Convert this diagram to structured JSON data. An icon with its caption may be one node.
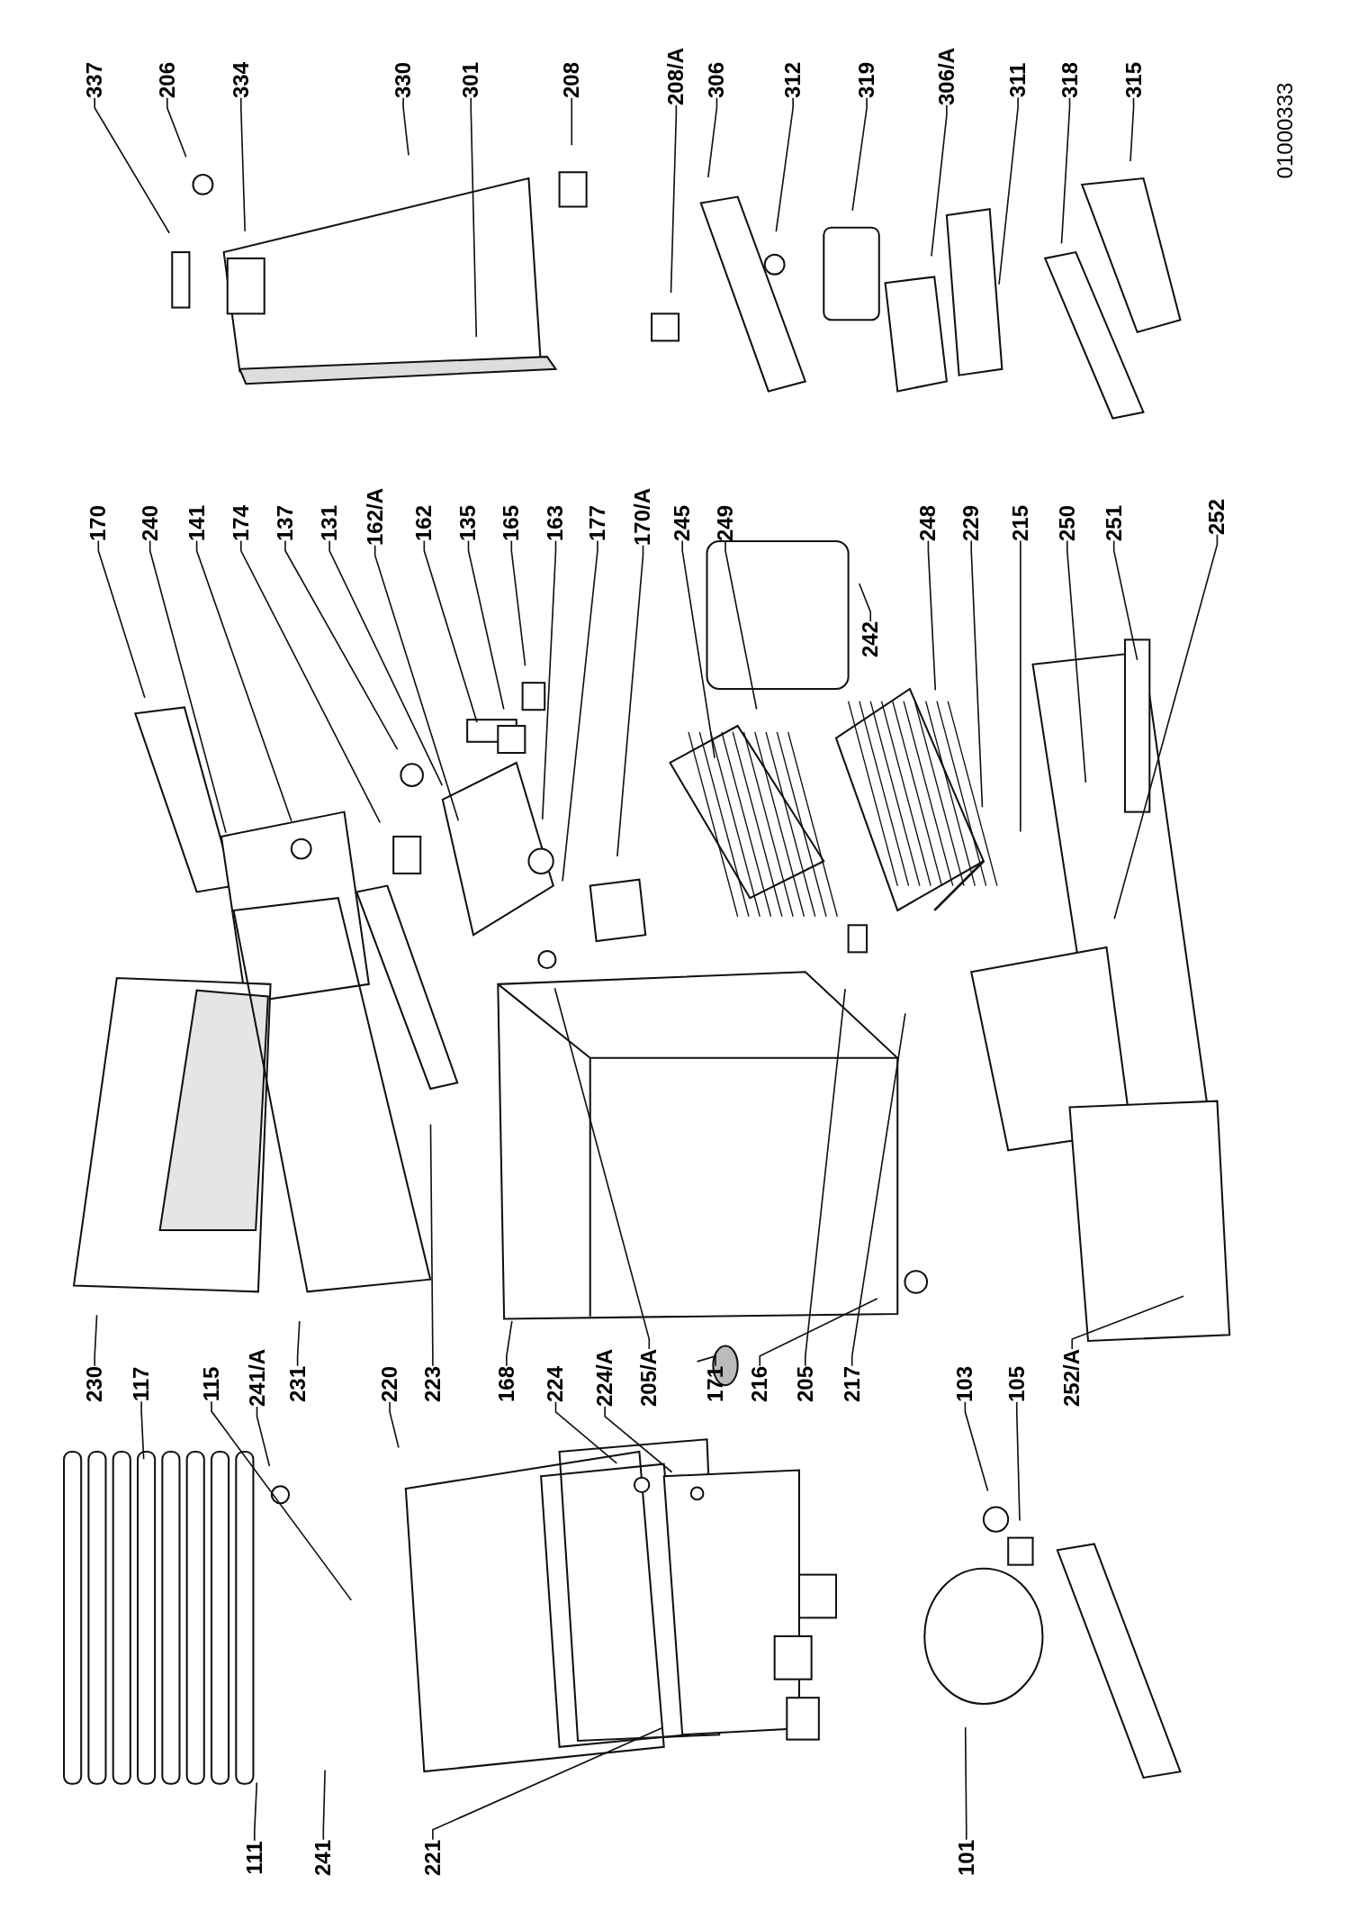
{
  "diagram": {
    "nodes": [
      {
        "text": [
          "337"
        ]
      },
      {
        "text": [
          "206"
        ]
      },
      {
        "text": [
          "334"
        ]
      },
      {
        "text": [
          "330"
        ]
      },
      {
        "text": [
          "301"
        ]
      },
      {
        "text": [
          "208"
        ]
      },
      {
        "text": [
          "208/A"
        ]
      },
      {
        "text": [
          "306"
        ]
      },
      {
        "text": [
          "312"
        ]
      },
      {
        "text": [
          "319"
        ]
      },
      {
        "text": [
          "306/A"
        ]
      },
      {
        "text": [
          "311"
        ]
      },
      {
        "text": [
          "318"
        ]
      },
      {
        "text": [
          "315"
        ]
      },
      {
        "text": [
          "170"
        ]
      },
      {
        "text": [
          "240"
        ]
      },
      {
        "text": [
          "141"
        ]
      },
      {
        "text": [
          "174"
        ]
      },
      {
        "text": [
          "137"
        ]
      },
      {
        "text": [
          "131"
        ]
      },
      {
        "text": [
          "162/A"
        ]
      },
      {
        "text": [
          "162"
        ]
      },
      {
        "text": [
          "135"
        ]
      },
      {
        "text": [
          "165"
        ]
      },
      {
        "text": [
          "163"
        ]
      },
      {
        "text": [
          "177"
        ]
      },
      {
        "text": [
          "170/A"
        ]
      },
      {
        "text": [
          "245"
        ]
      },
      {
        "text": [
          "249"
        ]
      },
      {
        "text": [
          "242"
        ]
      },
      {
        "text": [
          "248"
        ]
      },
      {
        "text": [
          "229"
        ]
      },
      {
        "text": [
          "215"
        ]
      },
      {
        "text": [
          "250"
        ]
      },
      {
        "text": [
          "251"
        ]
      },
      {
        "text": [
          "252"
        ]
      },
      {
        "text": [
          "230"
        ]
      },
      {
        "text": [
          "117"
        ]
      },
      {
        "text": [
          "115"
        ]
      },
      {
        "text": [
          "241/A"
        ]
      },
      {
        "text": [
          "231"
        ]
      },
      {
        "text": [
          "220"
        ]
      },
      {
        "text": [
          "223"
        ]
      },
      {
        "text": [
          "168"
        ]
      },
      {
        "text": [
          "224"
        ]
      },
      {
        "text": [
          "224/A"
        ]
      },
      {
        "text": [
          "205/A"
        ]
      },
      {
        "text": [
          "171"
        ]
      },
      {
        "text": [
          "216"
        ]
      },
      {
        "text": [
          "205"
        ]
      },
      {
        "text": [
          "217"
        ]
      },
      {
        "text": [
          "103"
        ]
      },
      {
        "text": [
          "105"
        ]
      },
      {
        "text": [
          "252/A"
        ]
      },
      {
        "text": [
          "111"
        ]
      },
      {
        "text": [
          "241"
        ]
      },
      {
        "text": [
          "221"
        ]
      },
      {
        "text": [
          "101"
        ]
      }
    ],
    "edges": [
      {
        "from": 0,
        "to": null,
        "arrow": "none"
      },
      {
        "from": 1,
        "to": null,
        "arrow": "none"
      },
      {
        "from": 2,
        "to": null,
        "arrow": "none"
      },
      {
        "from": 3,
        "to": null,
        "arrow": "none"
      },
      {
        "from": 4,
        "to": null,
        "arrow": "none"
      },
      {
        "from": 5,
        "to": null,
        "arrow": "none"
      },
      {
        "from": 6,
        "to": null,
        "arrow": "none"
      },
      {
        "from": 7,
        "to": null,
        "arrow": "none"
      },
      {
        "from": 8,
        "to": null,
        "arrow": "none"
      },
      {
        "from": 9,
        "to": null,
        "arrow": "none"
      },
      {
        "from": 10,
        "to": null,
        "arrow": "none"
      },
      {
        "from": 11,
        "to": null,
        "arrow": "none"
      },
      {
        "from": 12,
        "to": null,
        "arrow": "none"
      },
      {
        "from": 13,
        "to": null,
        "arrow": "none"
      },
      {
        "from": 14,
        "to": null,
        "arrow": "none"
      },
      {
        "from": 15,
        "to": null,
        "arrow": "none"
      },
      {
        "from": 16,
        "to": null,
        "arrow": "none"
      },
      {
        "from": 17,
        "to": null,
        "arrow": "none"
      },
      {
        "from": 18,
        "to": null,
        "arrow": "none"
      },
      {
        "from": 19,
        "to": null,
        "arrow": "none"
      },
      {
        "from": 20,
        "to": null,
        "arrow": "none"
      },
      {
        "from": 21,
        "to": null,
        "arrow": "none"
      },
      {
        "from": 22,
        "to": null,
        "arrow": "none"
      },
      {
        "from": 23,
        "to": null,
        "arrow": "none"
      },
      {
        "from": 24,
        "to": null,
        "arrow": "none"
      },
      {
        "from": 25,
        "to": null,
        "arrow": "none"
      },
      {
        "from": 26,
        "to": null,
        "arrow": "none"
      },
      {
        "from": 27,
        "to": null,
        "arrow": "none"
      },
      {
        "from": 28,
        "to": null,
        "arrow": "none"
      },
      {
        "from": 29,
        "to": null,
        "arrow": "none"
      },
      {
        "from": 30,
        "to": null,
        "arrow": "none"
      },
      {
        "from": 31,
        "to": null,
        "arrow": "none"
      },
      {
        "from": 32,
        "to": null,
        "arrow": "none"
      },
      {
        "from": 33,
        "to": null,
        "arrow": "none"
      },
      {
        "from": 34,
        "to": null,
        "arrow": "none"
      },
      {
        "from": 35,
        "to": null,
        "arrow": "none"
      },
      {
        "from": 36,
        "to": null,
        "arrow": "none"
      },
      {
        "from": 37,
        "to": null,
        "arrow": "none"
      },
      {
        "from": 38,
        "to": null,
        "arrow": "none"
      },
      {
        "from": 39,
        "to": null,
        "arrow": "none"
      },
      {
        "from": 40,
        "to": null,
        "arrow": "none"
      },
      {
        "from": 41,
        "to": null,
        "arrow": "none"
      },
      {
        "from": 42,
        "to": null,
        "arrow": "none"
      },
      {
        "from": 43,
        "to": null,
        "arrow": "none"
      },
      {
        "from": 44,
        "to": null,
        "arrow": "none"
      },
      {
        "from": 45,
        "to": null,
        "arrow": "none"
      },
      {
        "from": 46,
        "to": null,
        "arrow": "none"
      },
      {
        "from": 47,
        "to": null,
        "arrow": "none"
      },
      {
        "from": 48,
        "to": null,
        "arrow": "none"
      },
      {
        "from": 49,
        "to": null,
        "arrow": "none"
      },
      {
        "from": 50,
        "to": null,
        "arrow": "none"
      },
      {
        "from": 51,
        "to": null,
        "arrow": "none"
      },
      {
        "from": 52,
        "to": null,
        "arrow": "none"
      },
      {
        "from": 53,
        "to": null,
        "arrow": "none"
      },
      {
        "from": 54,
        "to": null,
        "arrow": "none"
      },
      {
        "from": 55,
        "to": null,
        "arrow": "none"
      },
      {
        "from": 56,
        "to": null,
        "arrow": "none"
      },
      {
        "from": 57,
        "to": null,
        "arrow": "none"
      }
    ],
    "labels": [
      "01000333"
    ]
  }
}
